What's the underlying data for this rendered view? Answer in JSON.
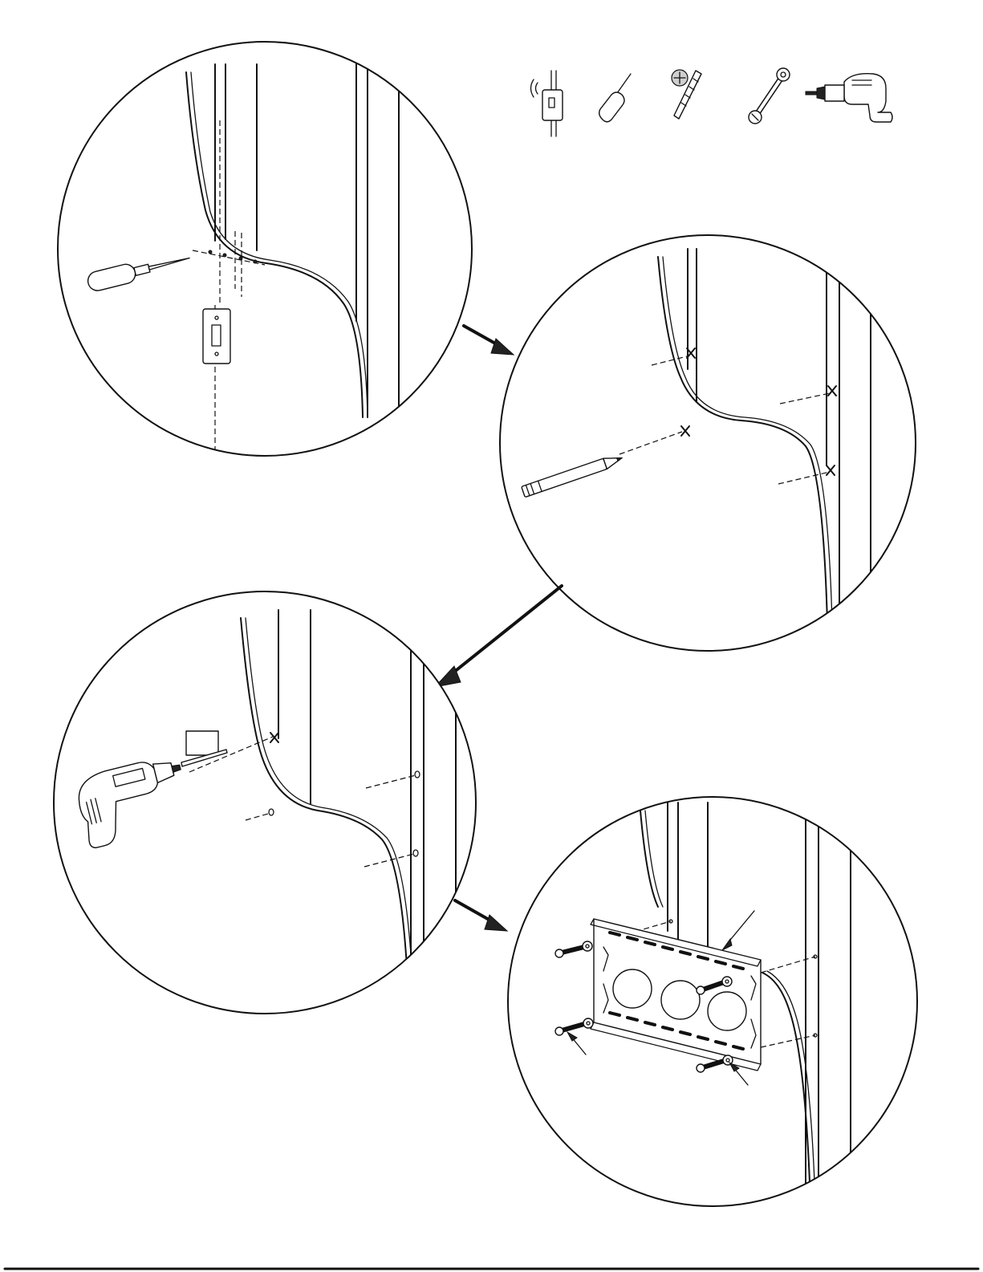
{
  "document": {
    "type": "installation-instruction-sheet",
    "has_text": false
  },
  "tools": [
    {
      "icon": "stud-finder-icon"
    },
    {
      "icon": "awl-icon"
    },
    {
      "icon": "drill-bit-icon"
    },
    {
      "icon": "wrench-icon"
    },
    {
      "icon": "power-drill-icon"
    }
  ],
  "steps": [
    {
      "name": "locate-stud",
      "icons": [
        "stud-finder-icon",
        "awl-icon"
      ]
    },
    {
      "name": "mark-holes",
      "icons": [
        "pencil-icon"
      ]
    },
    {
      "name": "drill-pilot-holes",
      "icons": [
        "power-drill-icon",
        "drill-bit-icon"
      ]
    },
    {
      "name": "attach-wall-plate",
      "icons": [
        "wall-plate-icon",
        "lag-bolt-icon",
        "washer-icon"
      ]
    }
  ],
  "colors": {
    "line": "#111111",
    "background": "#ffffff",
    "shade": "#cfcfcf"
  }
}
